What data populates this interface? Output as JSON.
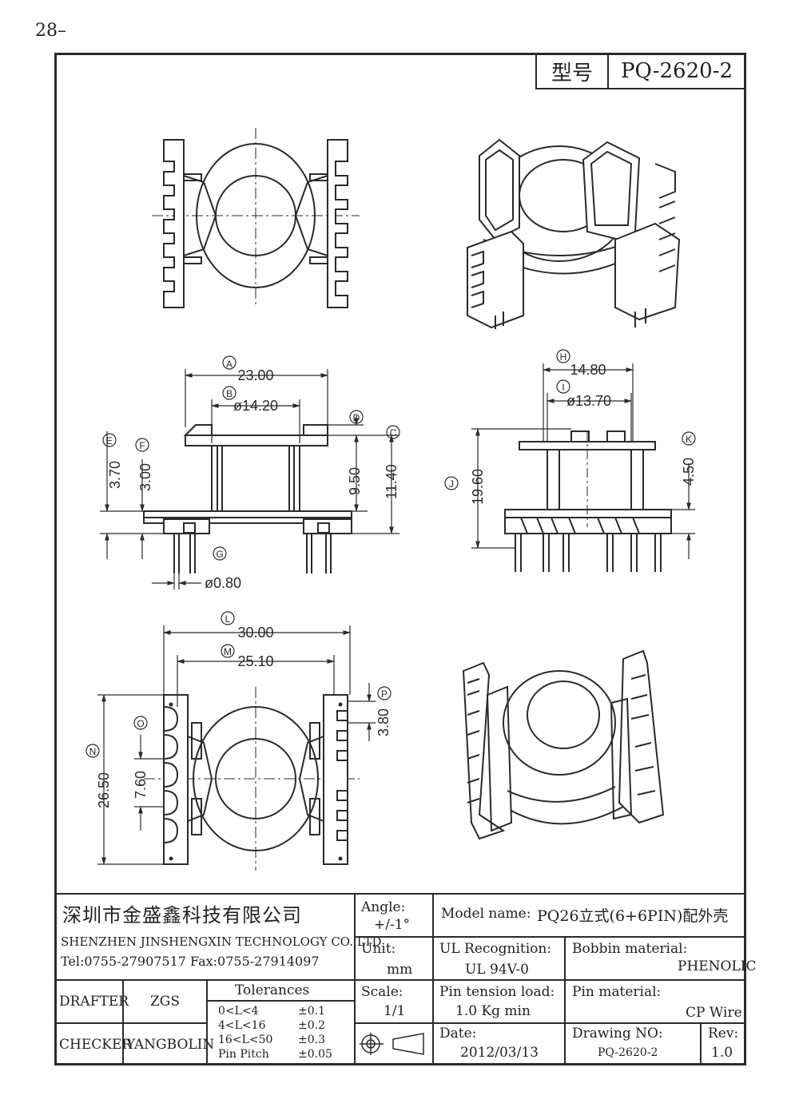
{
  "page_number": "28–",
  "header": {
    "model_label": "型号",
    "model_value": "PQ-2620-2"
  },
  "dimensions": {
    "A": "A",
    "A_val": "23.00",
    "B": "B",
    "B_val": "ø14.20",
    "C": "C",
    "C_val": "11.40",
    "D": "D",
    "D_val": "9.50",
    "E": "E",
    "E_val": "3.70",
    "F": "F",
    "F_val": "3.00",
    "G": "G",
    "G_val": "ø0.80",
    "H": "H",
    "H_val": "14.80",
    "I": "I",
    "I_val": "ø13.70",
    "J": "J",
    "J_val": "19.60",
    "K": "K",
    "K_val": "4.50",
    "L": "L",
    "L_val": "30.00",
    "M": "M",
    "M_val": "25.10",
    "N": "N",
    "N_val": "26.50",
    "O": "O",
    "O_val": "7.60",
    "P": "P",
    "P_val": "3.80"
  },
  "title_block": {
    "company_cn": "深圳市金盛鑫科技有限公司",
    "company_en": "SHENZHEN JINSHENGXIN TECHNOLOGY CO.,LTD",
    "contact": "Tel:0755-27907517  Fax:0755-27914097",
    "angle_label": "Angle:",
    "angle_value": "+/-1°",
    "model_name_label": "Model name:",
    "model_name_value": "PQ26立式(6+6PIN)配外壳",
    "unit_label": "Unit:",
    "unit_value": "mm",
    "ul_label": "UL Recognition:",
    "ul_value": "UL 94V-0",
    "bobbin_label": "Bobbin material:",
    "bobbin_value": "PHENOLIC",
    "drafter_label": "DRAFTER",
    "drafter_value": "ZGS",
    "checker_label": "CHECKER",
    "checker_value": "YANGBOLIN",
    "tolerances_label": "Tolerances",
    "tolerances": [
      {
        "range": "0<L<4",
        "value": "±0.1"
      },
      {
        "range": "4<L<16",
        "value": "±0.2"
      },
      {
        "range": "16<L<50",
        "value": "±0.3"
      },
      {
        "range": "Pin Pitch",
        "value": "±0.05"
      }
    ],
    "scale_label": "Scale:",
    "scale_value": "1/1",
    "pin_tension_label": "Pin tension load:",
    "pin_tension_value": "1.0 Kg min",
    "pin_material_label": "Pin material:",
    "pin_material_value": "CP Wire",
    "date_label": "Date:",
    "date_value": "2012/03/13",
    "drawing_no_label": "Drawing NO:",
    "drawing_no_value": "PQ-2620-2",
    "rev_label": "Rev:",
    "rev_value": "1.0"
  }
}
